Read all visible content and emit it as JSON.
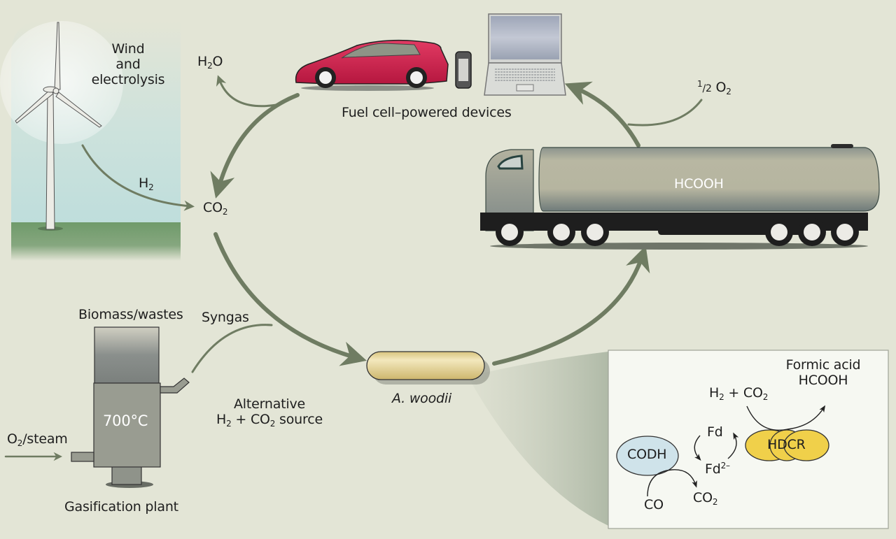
{
  "colors": {
    "background": "#e3e5d6",
    "arrow": "#6f7c62",
    "car": "#d11f4f",
    "tank": "#b7b6a1",
    "bacterium": "#e3d18e",
    "codh": "#cfe3ea",
    "hdcr": "#f0d04a",
    "inset_bg": "#f6f8f2"
  },
  "wind": {
    "title_line1": "Wind",
    "title_line2": "and",
    "title_line3": "electrolysis",
    "h2_label": "H",
    "h2_sub": "2"
  },
  "cycle": {
    "h2o_main": "H",
    "h2o_sub": "2",
    "h2o_tail": "O",
    "co2_main": "CO",
    "co2_sub": "2",
    "devices_label": "Fuel cell–powered devices",
    "half_o2_sup": "1",
    "half_o2_frac": "/2",
    "half_o2_main": "O",
    "half_o2_sub": "2",
    "tanker_label": "HCOOH",
    "organism_label": "A. woodii"
  },
  "gasification": {
    "feed_label": "Biomass/wastes",
    "temperature": "700°C",
    "input_main": "O",
    "input_sub": "2",
    "input_tail": "/steam",
    "plant_label": "Gasification plant",
    "syngas_label": "Syngas",
    "alt_line1": "Alternative",
    "alt_h": "H",
    "alt_h_sub": "2",
    "alt_mid": " + CO",
    "alt_co_sub": "2",
    "alt_tail": " source"
  },
  "inset": {
    "product_line1": "Formic acid",
    "product_line2": "HCOOH",
    "reactant_h": "H",
    "reactant_h_sub": "2",
    "reactant_mid": " + CO",
    "reactant_co_sub": "2",
    "enzyme_left": "CODH",
    "enzyme_right": "HDCR",
    "fd_ox": "Fd",
    "fd_red_main": "Fd",
    "fd_red_sup": "2–",
    "co_label": "CO",
    "co2_main": "CO",
    "co2_sub": "2"
  }
}
